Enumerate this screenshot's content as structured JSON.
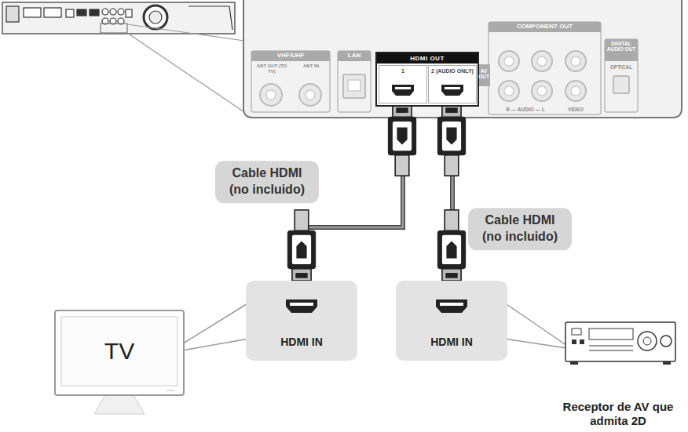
{
  "diagram": {
    "nodes": [
      {
        "text": [
          "HDMI OUT"
        ]
      },
      {
        "text": [
          "1"
        ],
        "in": 0
      },
      {
        "text": [
          "2 (AUDIO ONLY)"
        ],
        "in": 0
      },
      {
        "text": [
          "HDMI IN"
        ]
      },
      {
        "text": [
          "HDMI IN"
        ]
      },
      {
        "text": [
          "TV"
        ]
      },
      {
        "text": [
          "Receptor de AV que admita 2D"
        ]
      }
    ],
    "edges": [
      {
        "from": 1,
        "to": 3,
        "label": "Cable HDMI (no incluido)",
        "arrow": "none"
      },
      {
        "from": 2,
        "to": 4,
        "label": "Cable HDMI (no incluido)",
        "arrow": "none"
      },
      {
        "from": 3,
        "to": 5,
        "arrow": "none"
      },
      {
        "from": 4,
        "to": 6,
        "arrow": "none"
      }
    ],
    "labels": [
      "VHF/UHF",
      "ANT OUT (TO TV)",
      "ANT IN",
      "LAN",
      "AV OUT",
      "COMPONENT OUT",
      "R — AUDIO — L",
      "VIDEO",
      "DIGITAL AUDIO OUT",
      "OPTICAL"
    ]
  }
}
